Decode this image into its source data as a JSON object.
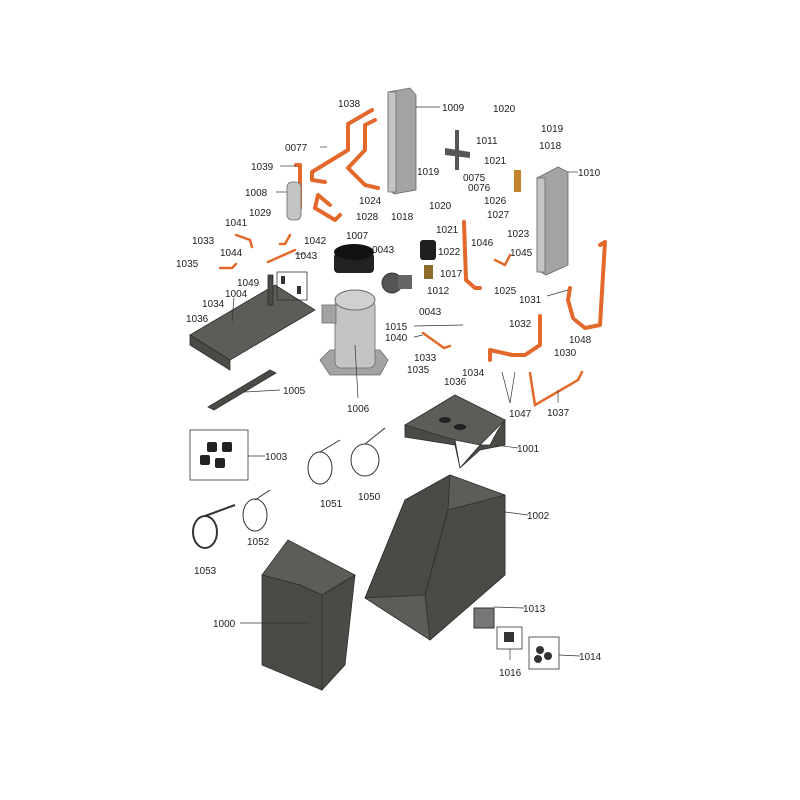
{
  "labels": [
    "1038",
    "1009",
    "1020",
    "1019",
    "1011",
    "1018",
    "0077",
    "1021",
    "1010",
    "1039",
    "0075",
    "1019",
    "0076",
    "1008",
    "1024",
    "1020",
    "1026",
    "1028",
    "1018",
    "1027",
    "1029",
    "1021",
    "1041",
    "1023",
    "1007",
    "1042",
    "0043",
    "1022",
    "1046",
    "1033",
    "1045",
    "1044",
    "1043",
    "1035",
    "1017",
    "1049",
    "1004",
    "1012",
    "1025",
    "1031",
    "1034",
    "1036",
    "0043",
    "1015",
    "1032",
    "1040",
    "1048",
    "1030",
    "1033",
    "1035",
    "1034",
    "1036",
    "1005",
    "1006",
    "1047",
    "1037",
    "1001",
    "1003",
    "1051",
    "1050",
    "1002",
    "1052",
    "1053",
    "1013",
    "1000",
    "1016",
    "1014"
  ],
  "colors": {
    "copper": "#e2692b",
    "panel": "#4b4a47",
    "exchanger": "#a3a3a3"
  }
}
